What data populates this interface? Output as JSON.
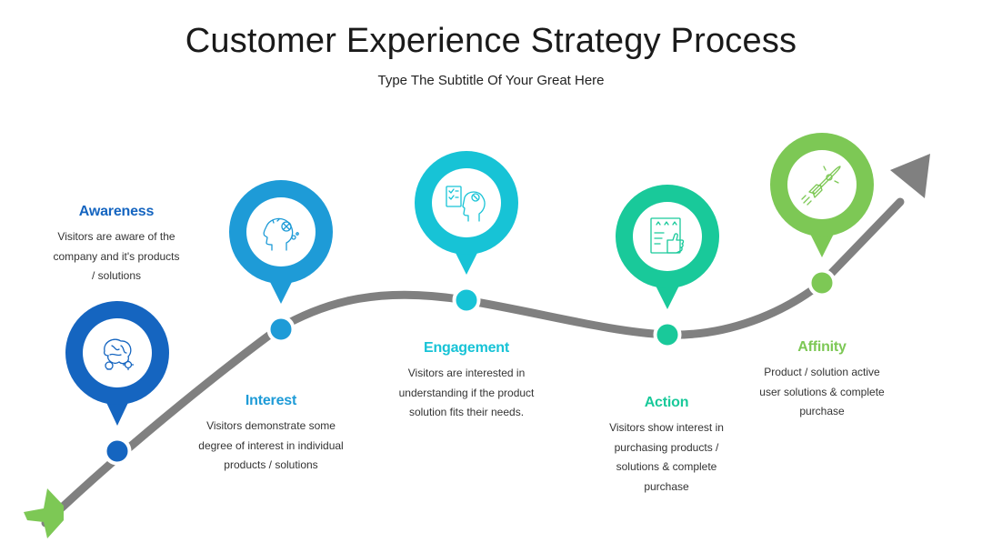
{
  "header": {
    "title": "Customer Experience Strategy Process",
    "subtitle": "Type The Subtitle Of Your Great Here"
  },
  "steps": [
    {
      "heading": "Awareness",
      "description": "Visitors are aware of the company and it's products / solutions",
      "color": "#1565c0",
      "icon": "brain-gears-icon"
    },
    {
      "heading": "Interest",
      "description": "Visitors demonstrate some degree of interest in individual products / solutions",
      "color": "#1e9bd7",
      "icon": "head-thinking-icon"
    },
    {
      "heading": "Engagement",
      "description": "Visitors are interested in understanding if the product solution fits their needs.",
      "color": "#17c3d6",
      "icon": "head-checklist-icon"
    },
    {
      "heading": "Action",
      "description": "Visitors show interest in purchasing products / solutions & complete purchase",
      "color": "#19c99a",
      "icon": "rating-board-icon"
    },
    {
      "heading": "Affinity",
      "description": "Product / solution active user solutions & complete purchase",
      "color": "#7dc855",
      "icon": "rocket-icon"
    }
  ],
  "colors": {
    "path": "#808080",
    "start_arrow": "#7dc855",
    "end_arrow": "#808080"
  }
}
